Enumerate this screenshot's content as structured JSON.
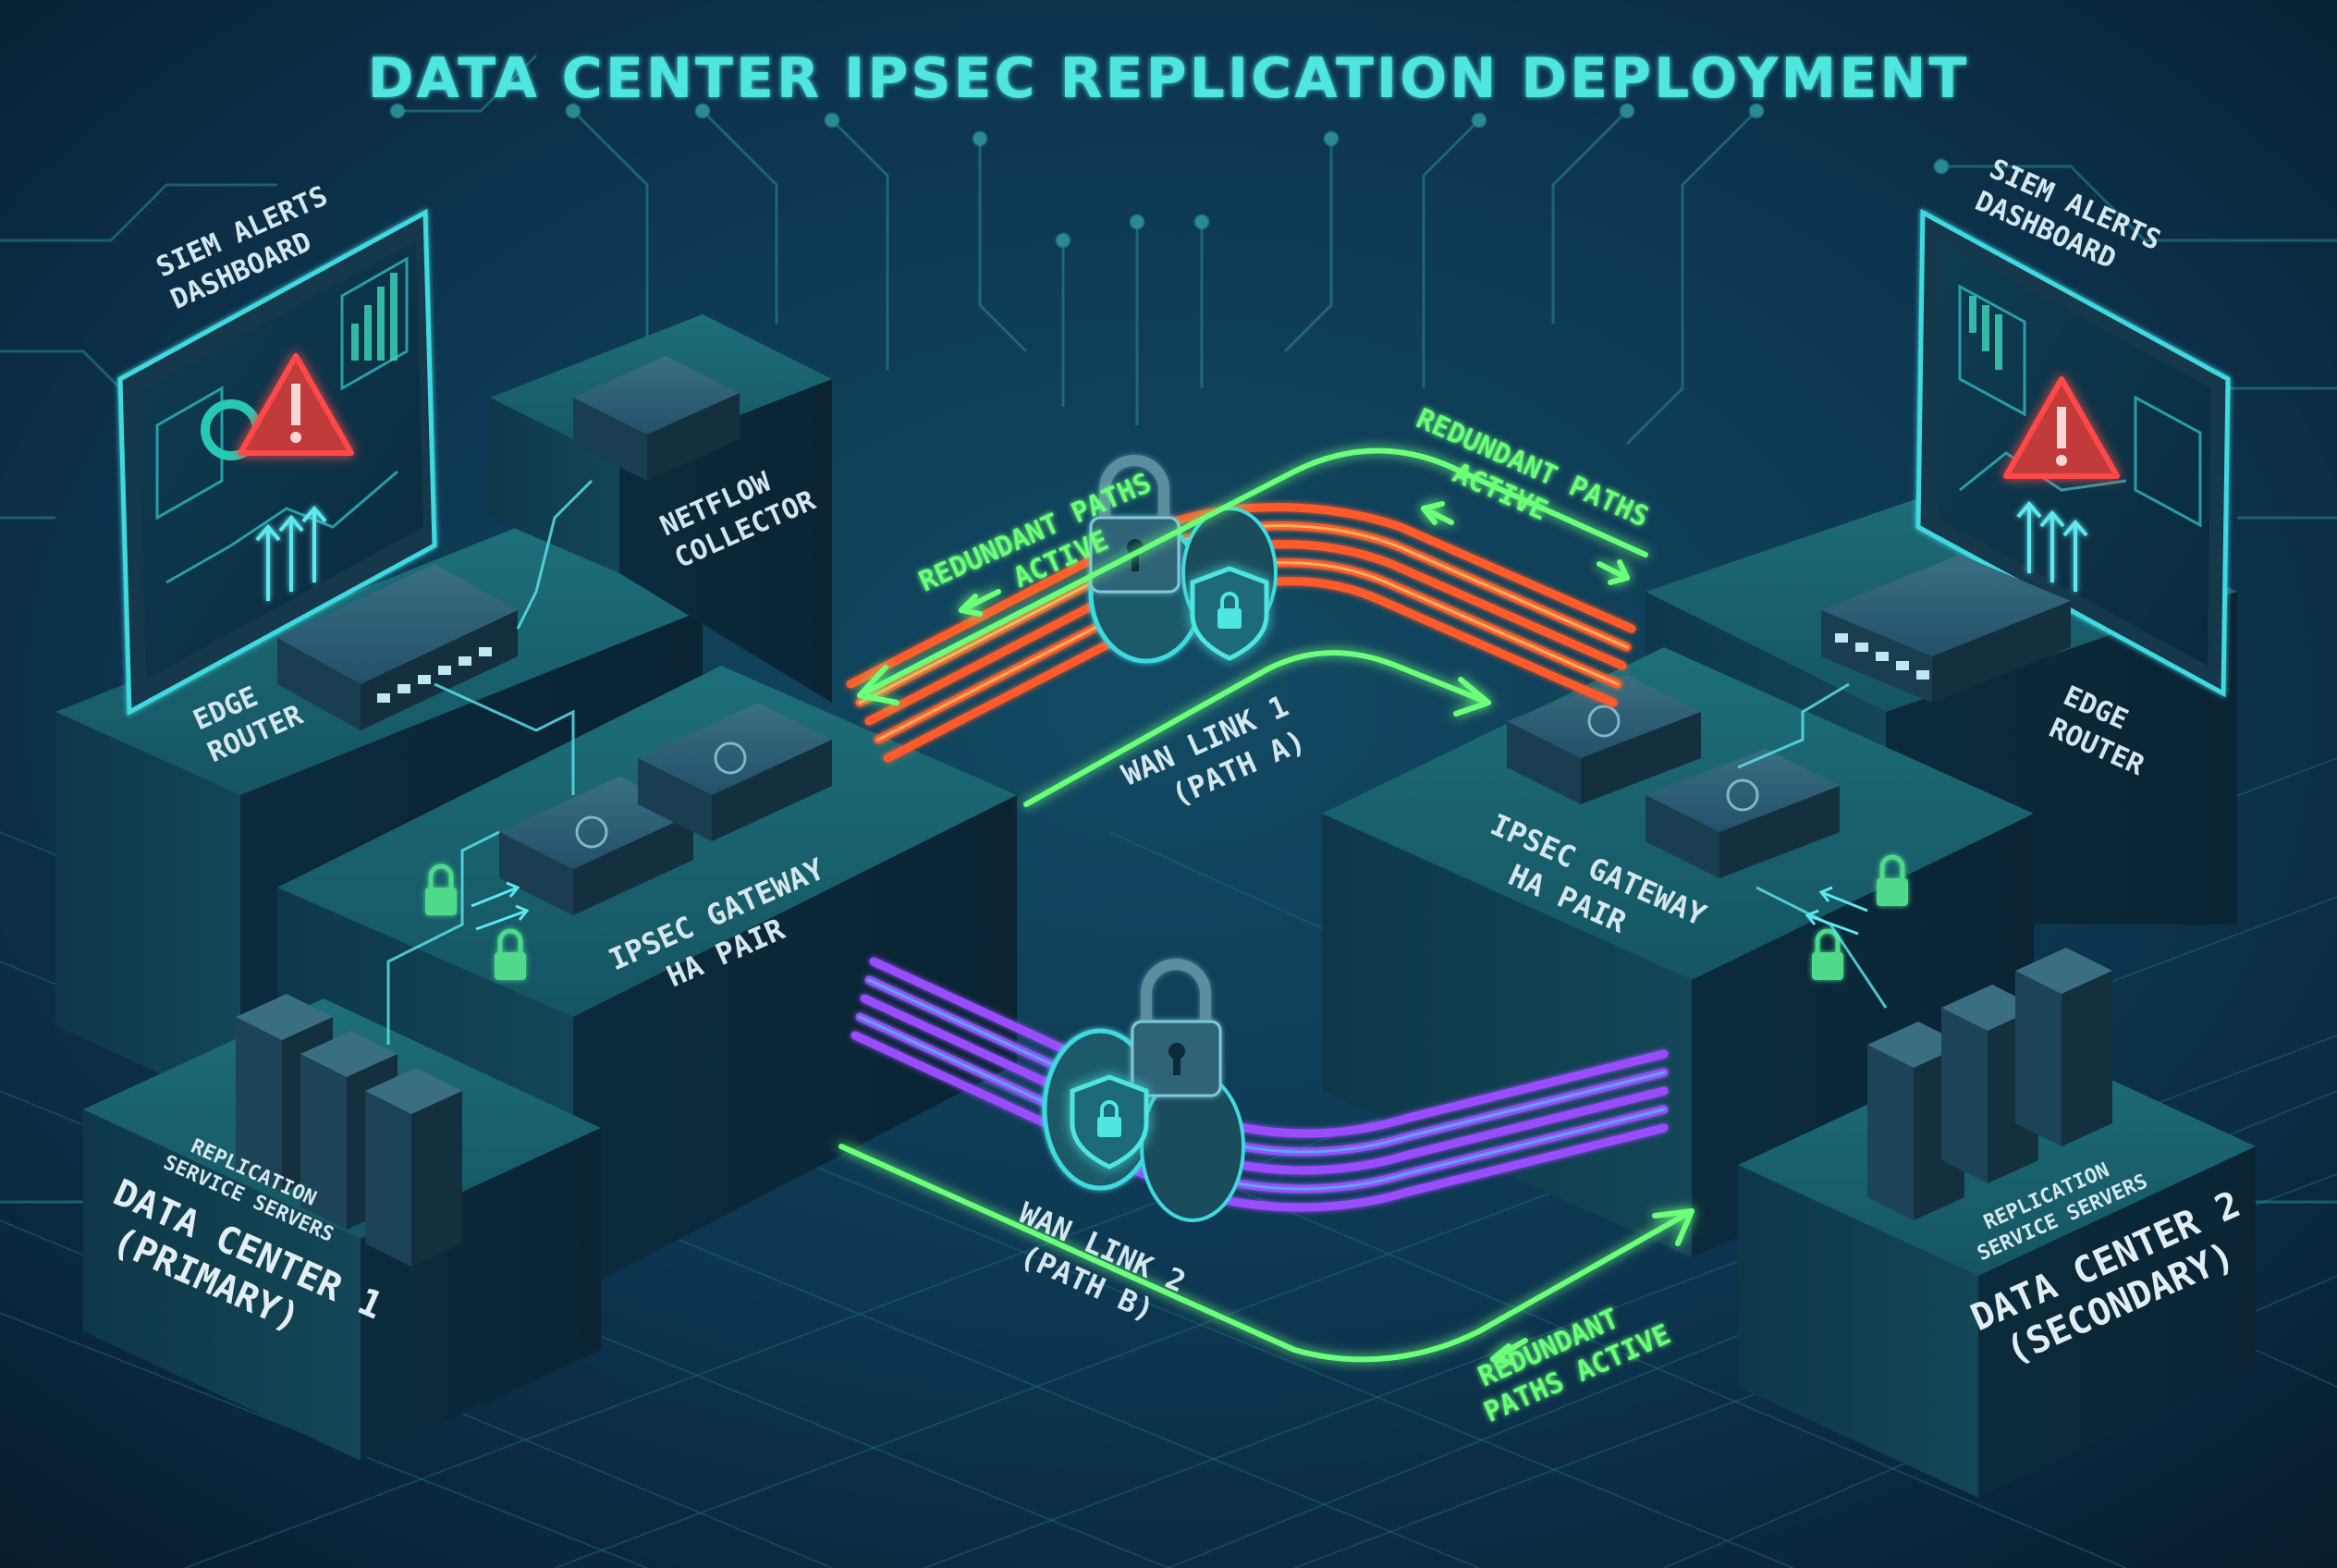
{
  "title": "DATA CENTER IPSEC REPLICATION DEPLOYMENT",
  "labels": {
    "siem_left": [
      "SIEM ALERTS",
      "DASHBOARD"
    ],
    "siem_right": [
      "SIEM ALERTS",
      "DASHBOARD"
    ],
    "netflow": [
      "NETFLOW",
      "COLLECTOR"
    ],
    "edge_left": [
      "EDGE",
      "ROUTER"
    ],
    "edge_right": [
      "EDGE",
      "ROUTER"
    ],
    "ipsec_left": [
      "IPSEC GATEWAY",
      "HA PAIR"
    ],
    "ipsec_right": [
      "IPSEC GATEWAY",
      "HA PAIR"
    ],
    "repl_left": [
      "REPLICATION",
      "SERVICE SERVERS"
    ],
    "repl_right": [
      "REPLICATION",
      "SERVICE SERVERS"
    ],
    "dc1": [
      "DATA CENTER 1",
      "(PRIMARY)"
    ],
    "dc2": [
      "DATA CENTER 2",
      "(SECONDARY)"
    ],
    "wan1": [
      "WAN LINK 1",
      "(PATH A)"
    ],
    "wan2": [
      "WAN LINK 2",
      "(PATH B)"
    ],
    "redundant_left": [
      "REDUNDANT PATHS",
      "ACTIVE"
    ],
    "redundant_right": [
      "REDUNDANT PATHS",
      "ACTIVE"
    ],
    "redundant_bottom": [
      "REDUNDANT",
      "PATHS ACTIVE"
    ]
  },
  "colors": {
    "background": "#0a2a3f",
    "title": "#4fe6e0",
    "wan_link_1": "#ff5a2a",
    "wan_link_2": "#9a4dff",
    "redundant_arrow": "#6cff7a",
    "alert": "#ff3b3b"
  },
  "icons": [
    "warning-icon",
    "padlock-icon",
    "shield-lock-icon",
    "arrow-up-icon"
  ]
}
